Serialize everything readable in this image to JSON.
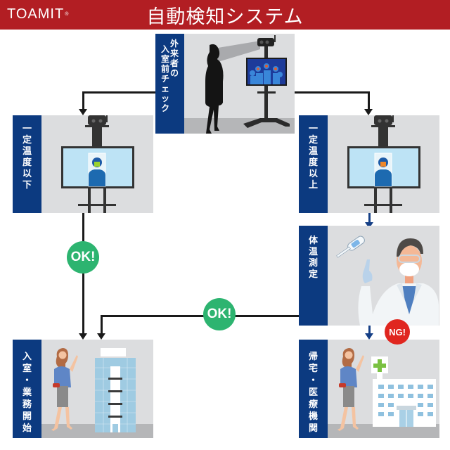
{
  "header": {
    "brand": "TOAMIT",
    "brand_mark": "®",
    "title": "自動検知システム"
  },
  "steps": {
    "entry_check": {
      "label": [
        "外",
        "来",
        "者",
        "の",
        "入",
        "室",
        "前",
        "チ",
        "ェ",
        "ッ",
        "ク"
      ],
      "label_text": "外来者の入室前チェック"
    },
    "below_threshold": {
      "label": [
        "一",
        "定",
        "温",
        "度",
        "以",
        "下"
      ],
      "label_text": "一定温度以下"
    },
    "above_threshold": {
      "label": [
        "一",
        "定",
        "温",
        "度",
        "以",
        "上"
      ],
      "label_text": "一定温度以上"
    },
    "body_temp": {
      "label": [
        "体",
        "温",
        "測",
        "定"
      ],
      "label_text": "体温測定"
    },
    "enter_work": {
      "label": [
        "入",
        "室",
        "・",
        "業",
        "務",
        "開",
        "始"
      ],
      "label_text": "入室・業務開始"
    },
    "go_home": {
      "label": [
        "帰",
        "宅",
        "・",
        "医",
        "療",
        "機",
        "関"
      ],
      "label_text": "帰宅・医療機関"
    }
  },
  "badges": {
    "ok_left": "OK!",
    "ok_middle": "OK!",
    "ng": "NG!"
  },
  "colors": {
    "header": "#b21e23",
    "label_blue": "#0c3a80",
    "ok_green": "#2db470",
    "ng_red": "#e0261f"
  }
}
